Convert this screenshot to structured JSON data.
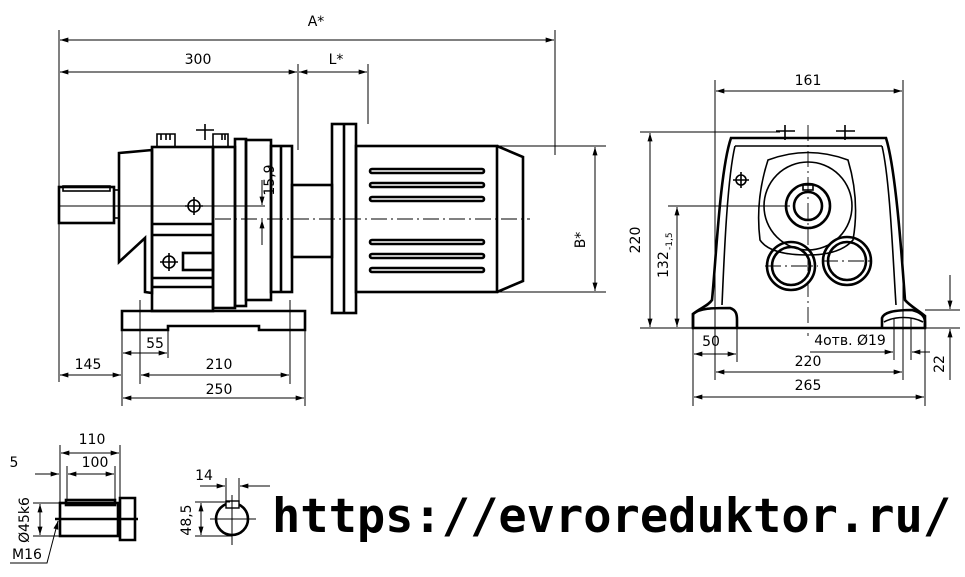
{
  "side_view": {
    "dims": {
      "A": "A*",
      "d300": "300",
      "L": "L*",
      "B": "B*",
      "d15_9": "15,9",
      "d145": "145",
      "d55": "55",
      "d210": "210",
      "d250": "250"
    }
  },
  "front_view": {
    "dims": {
      "d161": "161",
      "d220h": "220",
      "d132": "132",
      "d132_tol": "-1,5",
      "d50": "50",
      "d220w": "220",
      "d265": "265",
      "holes": "4отв. Ø19",
      "d22": "22"
    }
  },
  "shaft_detail": {
    "dims": {
      "d110": "110",
      "d100": "100",
      "d5": "5",
      "dia": "Ø45k6",
      "thread": "M16"
    }
  },
  "key_section": {
    "dims": {
      "d14": "14",
      "d48_5": "48,5"
    }
  },
  "website_url": "https://evroreduktor.ru/"
}
